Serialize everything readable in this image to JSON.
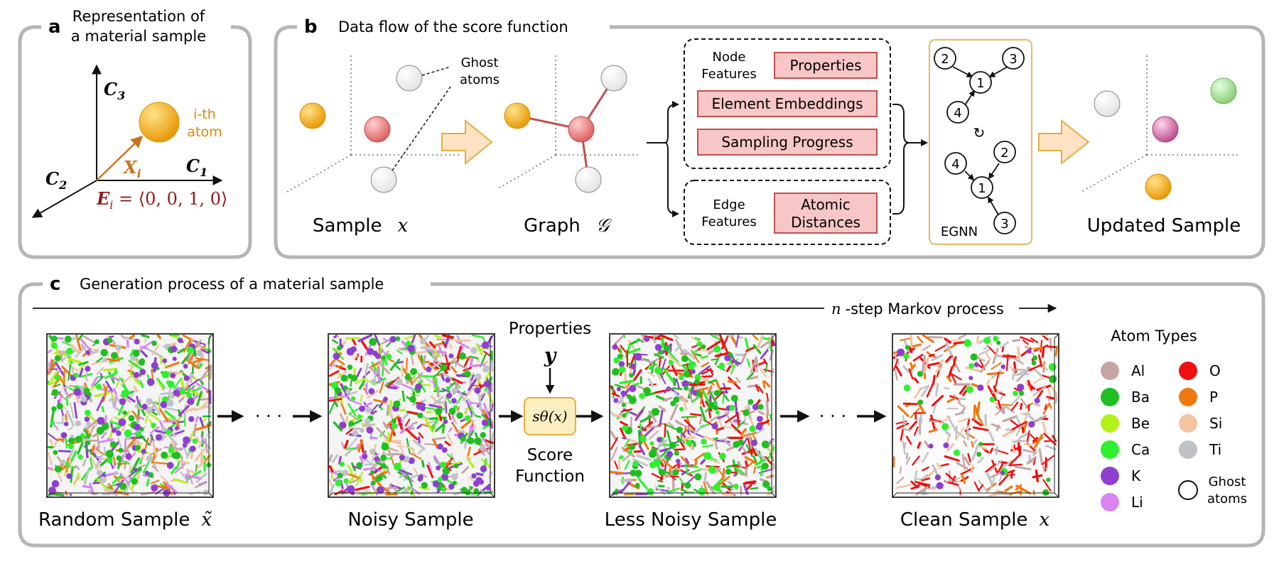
{
  "panel_a": {
    "letter": "a",
    "title_line1": "Representation of",
    "title_line2": "a material sample",
    "axis_c3_main": "C",
    "axis_c3_sub": "3",
    "axis_c1_main": "C",
    "axis_c1_sub": "1",
    "axis_c2_main": "C",
    "axis_c2_sub": "2",
    "vector_main": "X",
    "vector_sub": "i",
    "atom_label_line1": "i-th",
    "atom_label_line2": "atom",
    "embedding_main": "E",
    "embedding_sub": "i",
    "embedding_rest": " = ⟨0, 0, 1, 0⟩",
    "colors": {
      "atom": "#f0a30a",
      "vector": "#c9731c",
      "embedding": "#8b1a1a"
    }
  },
  "panel_b": {
    "letter": "b",
    "title": "Data flow of the score function",
    "ghost_label_line1": "Ghost",
    "ghost_label_line2": "atoms",
    "sample_label": "Sample",
    "sample_symbol": "x",
    "graph_label": "Graph",
    "graph_symbol": "𝒢",
    "node_features_line1": "Node",
    "node_features_line2": "Features",
    "node_boxes": [
      "Properties",
      "Element Embeddings",
      "Sampling Progress"
    ],
    "edge_features_line1": "Edge",
    "edge_features_line2": "Features",
    "edge_box_line1": "Atomic",
    "edge_box_line2": "Distances",
    "egnn_label": "EGNN",
    "egnn_top_nodes": [
      "2",
      "3",
      "1",
      "4"
    ],
    "egnn_bottom_nodes": [
      "2",
      "4",
      "1",
      "3"
    ],
    "refresh_symbol": "↻",
    "updated_label": "Updated Sample",
    "colors": {
      "feature_box": "#f7c6c6",
      "feature_border": "#c0504d",
      "egnn_border": "#e0c070",
      "arrow_fill": "#fde3c4",
      "arrow_stroke": "#e0b040"
    }
  },
  "panel_c": {
    "letter": "c",
    "title": "Generation process of a material sample",
    "markov_symbol": "n",
    "markov_label": "-step Markov process",
    "ellipsis": "· · ·",
    "properties_label": "Properties",
    "properties_symbol": "y",
    "score_box": "sθ(x)",
    "score_label_line1": "Score",
    "score_label_line2": "Function",
    "samples": [
      {
        "label": "Random Sample",
        "symbol": "x̃"
      },
      {
        "label": "Noisy Sample",
        "symbol": ""
      },
      {
        "label": "Less Noisy Sample",
        "symbol": ""
      },
      {
        "label": "Clean Sample",
        "symbol": "x"
      }
    ],
    "legend_title": "Atom Types",
    "legend_left": [
      {
        "name": "Al",
        "color": "#c8a4a4"
      },
      {
        "name": "Ba",
        "color": "#1fbf1f"
      },
      {
        "name": "Be",
        "color": "#b6f01c"
      },
      {
        "name": "Ca",
        "color": "#2ef02e"
      },
      {
        "name": "K",
        "color": "#8f3fd0"
      },
      {
        "name": "Li",
        "color": "#d884f2"
      }
    ],
    "legend_right": [
      {
        "name": "O",
        "color": "#f01010"
      },
      {
        "name": "P",
        "color": "#f07810"
      },
      {
        "name": "Si",
        "color": "#f2c4a0"
      },
      {
        "name": "Ti",
        "color": "#c0c2c6"
      }
    ],
    "legend_ghost_line1": "Ghost",
    "legend_ghost_line2": "atoms"
  }
}
